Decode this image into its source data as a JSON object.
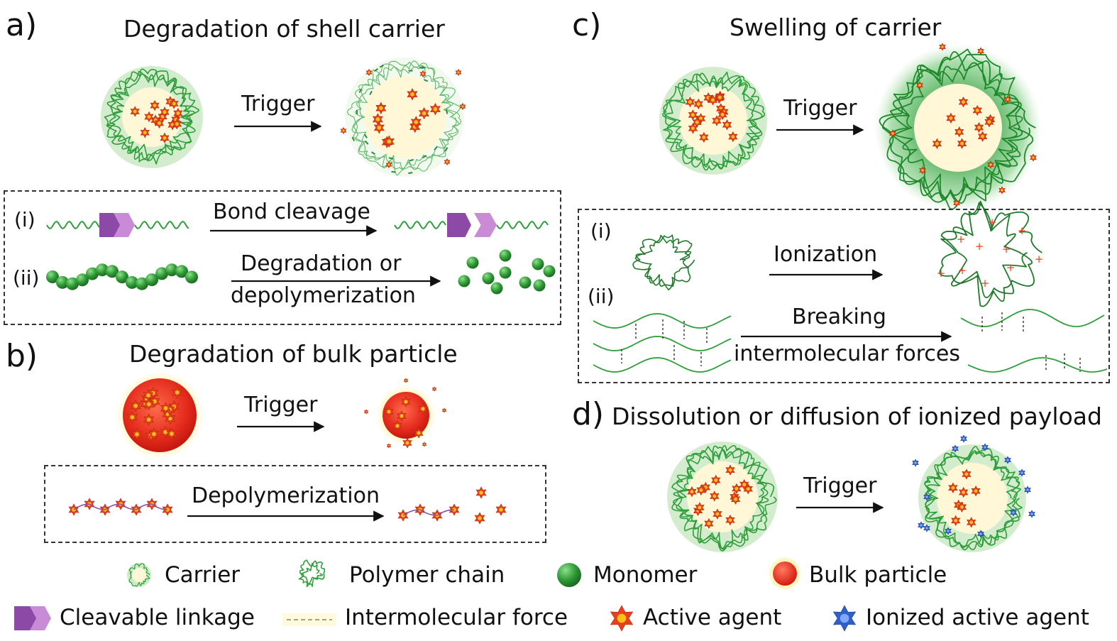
{
  "panel_a": {
    "letter": "a)",
    "title": "Degradation of shell carrier",
    "trigger": "Trigger",
    "box": {
      "row_i_label": "(i)",
      "row_i_arrow": "Bond cleavage",
      "row_ii_label": "(ii)",
      "row_ii_arrow_line1": "Degradation or",
      "row_ii_arrow_line2": "depolymerization"
    }
  },
  "panel_b": {
    "letter": "b)",
    "title": "Degradation of bulk particle",
    "trigger": "Trigger",
    "box": {
      "arrow": "Depolymerization"
    }
  },
  "panel_c": {
    "letter": "c)",
    "title": "Swelling of carrier",
    "trigger": "Trigger",
    "box": {
      "row_i_label": "(i)",
      "row_i_arrow": "Ionization",
      "row_ii_label": "(ii)",
      "row_ii_arrow_line1": "Breaking",
      "row_ii_arrow_line2": "intermolecular forces"
    }
  },
  "panel_d": {
    "letter": "d)",
    "title": "Dissolution or diffusion of ionized payload",
    "trigger": "Trigger"
  },
  "legend": {
    "carrier": "Carrier",
    "polymer_chain": "Polymer chain",
    "monomer": "Monomer",
    "bulk_particle": "Bulk particle",
    "cleavable_linkage": "Cleavable linkage",
    "intermolecular_force": "Intermolecular force",
    "active_agent": "Active agent",
    "ionized_active_agent": "Ionized active agent"
  },
  "colors": {
    "polymer_green": "#2e9e3a",
    "core_cream": "#fff7d6",
    "active_red": "#e8401c",
    "active_core": "#f7c21a",
    "ionized_blue": "#2f5fc8",
    "linkage_purple": "#8c4aa6",
    "linkage_pink": "#c98bd6",
    "bulk_red": "#e42a1c"
  }
}
